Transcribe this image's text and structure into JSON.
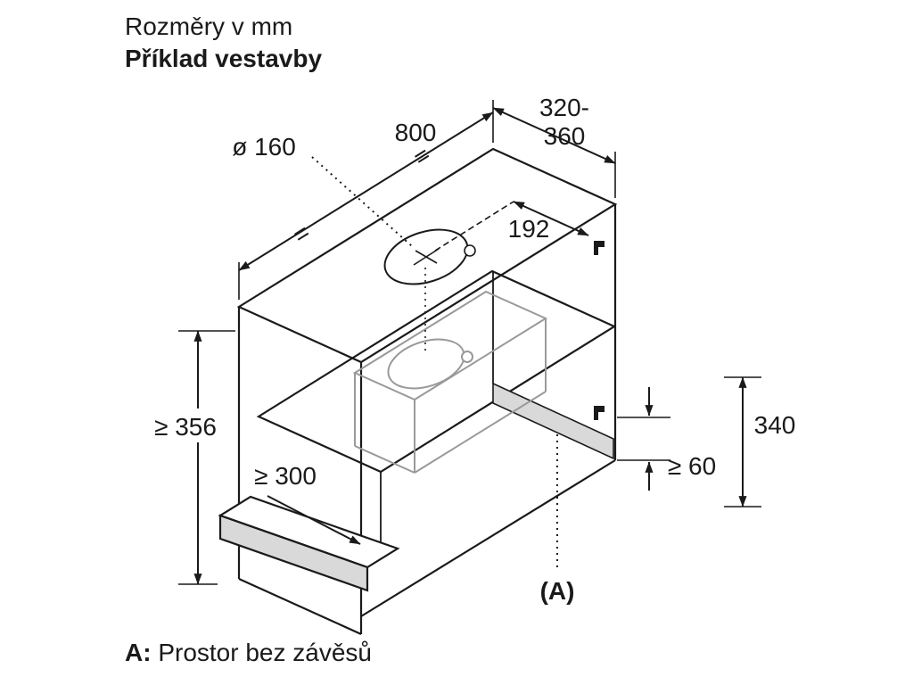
{
  "header": {
    "line1": "Rozměry v mm",
    "line2": "Příklad vestavby"
  },
  "footer": {
    "label": "A:",
    "text": " Prostor bez závěsů"
  },
  "dimensions": {
    "hole_diameter": "ø 160",
    "width": "800",
    "depth_line1": "320-",
    "depth_line2": "360",
    "hole_offset": "192",
    "niche_height": "≥ 356",
    "pullout_depth": "≥ 300",
    "front_height": "340",
    "bottom_clearance": "≥ 60",
    "area_label": "(A)",
    "equal_mark": "="
  },
  "colors": {
    "line": "#1a1a1a",
    "hood_line": "#999999",
    "shading": "#d9d9d9",
    "background": "#ffffff"
  }
}
